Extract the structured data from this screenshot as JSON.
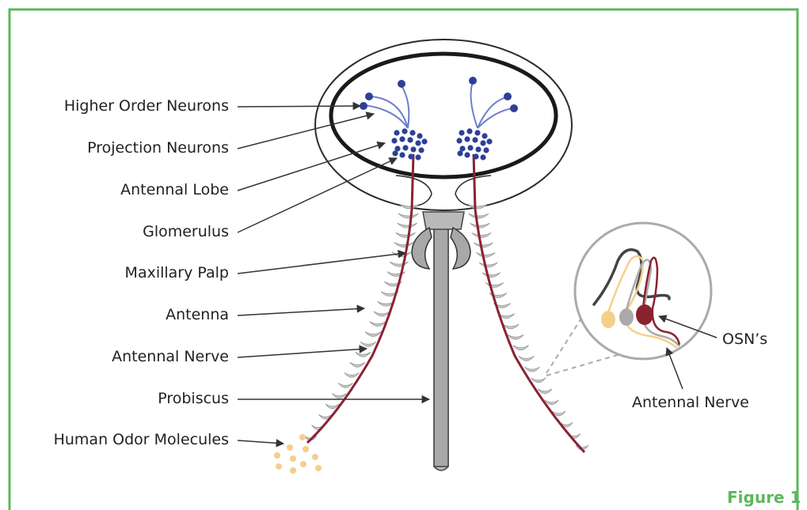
{
  "labels": {
    "higher_order_neurons": "Higher Order Neurons",
    "projection_neurons": "Projection Neurons",
    "antennal_lobe": "Antennal Lobe",
    "glomerulus": "Glomerulus",
    "maxillary_palp": "Maxillary Palp",
    "antenna": "Antenna",
    "antennal_nerve": "Antennal Nerve",
    "proboscis": "Probiscus",
    "human_odor_molecules": "Human Odor Molecules",
    "osns": "OSN’s",
    "inset_antennal_nerve": "Antennal Nerve"
  },
  "caption": "Figure 1",
  "colors": {
    "frame": "#5cb85c",
    "neuron_blue": "#2e3f97",
    "dendrite_blue": "#6c7fc9",
    "nerve": "#8b2232",
    "segment_gray": "#c8c8c8",
    "odor": "#f5cf8a",
    "outline": "#2b2b2b"
  }
}
